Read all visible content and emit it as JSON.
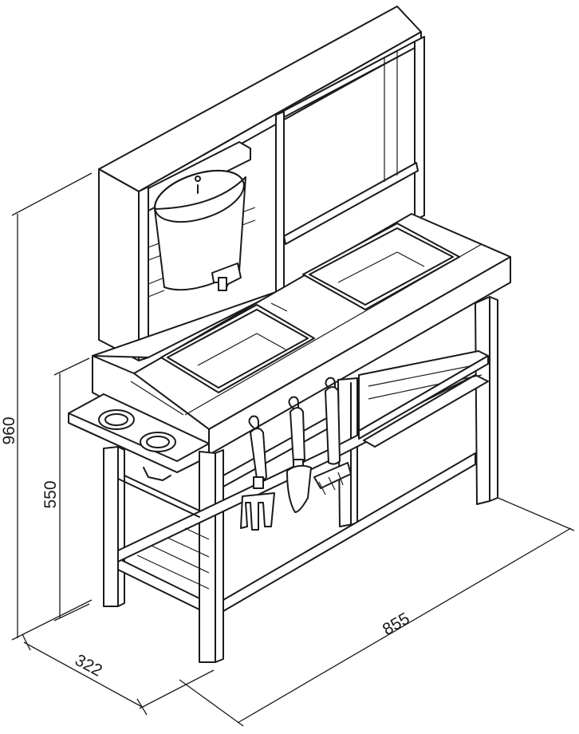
{
  "dimensions": {
    "height_total": "960",
    "height_table": "550",
    "depth": "322",
    "width": "855"
  }
}
